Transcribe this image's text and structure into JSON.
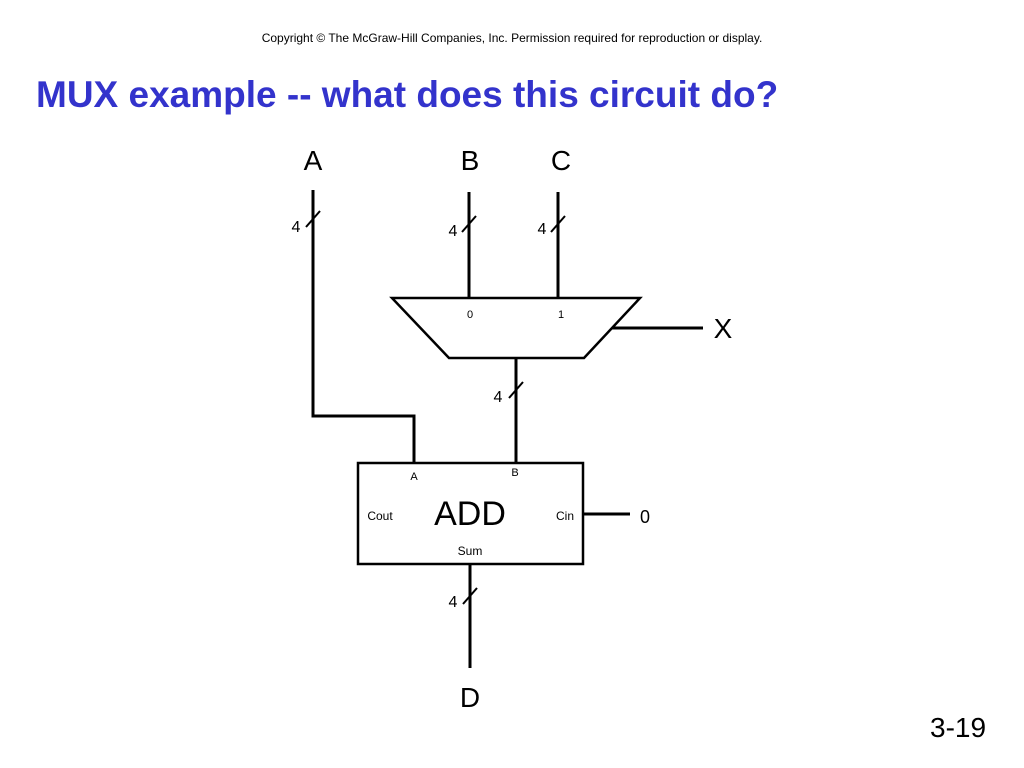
{
  "slide": {
    "copyright": "Copyright © The McGraw-Hill Companies, Inc.  Permission required for reproduction or display.",
    "title": "MUX example -- what does this circuit do?",
    "page_number": "3-19"
  },
  "diagram": {
    "inputs": {
      "a": "A",
      "b": "B",
      "c": "C"
    },
    "output": "D",
    "select": "X",
    "bus_width": "4",
    "mux": {
      "input0": "0",
      "input1": "1"
    },
    "adder": {
      "label": "ADD",
      "port_a": "A",
      "port_b": "B",
      "cout": "Cout",
      "cin": "Cin",
      "sum": "Sum",
      "cin_value": "0"
    }
  }
}
